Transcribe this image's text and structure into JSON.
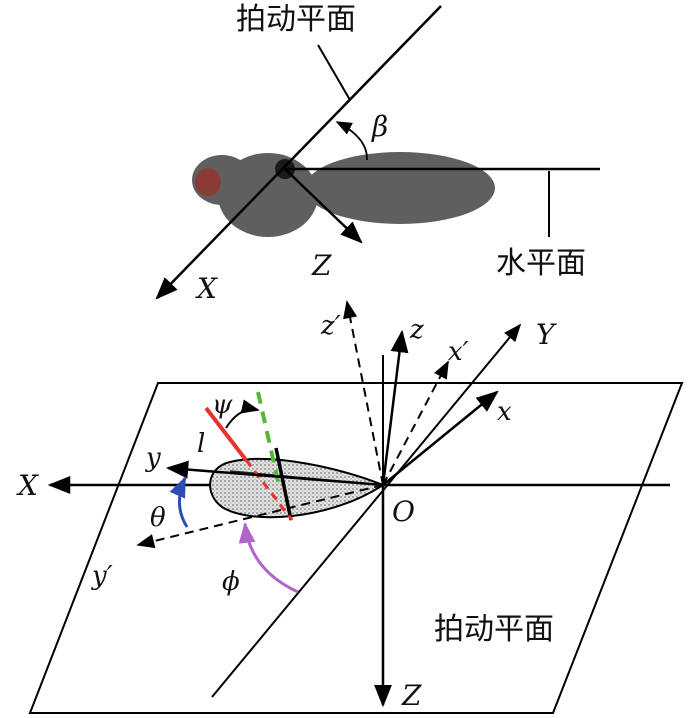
{
  "top": {
    "stroke_plane_label": "拍动平面",
    "horizontal_plane_label": "水平面",
    "beta": "β",
    "axis_x": "X",
    "axis_z": "Z"
  },
  "bottom": {
    "stroke_plane_label": "拍动平面",
    "axis_X": "X",
    "axis_Y": "Y",
    "axis_Z": "Z",
    "origin": "O",
    "z": "z",
    "z_prime": "z′",
    "x": "x",
    "x_prime": "x′",
    "y": "y",
    "y_prime": "y′",
    "l": "l",
    "psi": "ψ",
    "theta": "θ",
    "phi": "ϕ"
  },
  "colors": {
    "body": "#5f5f5f",
    "eye": "#8b3a35",
    "red_axis": "#e8322c",
    "green_axis": "#55b936",
    "theta_arc": "#2a4fb0",
    "phi_arc": "#b066c8",
    "wing_fill": "#d6d6d6"
  }
}
